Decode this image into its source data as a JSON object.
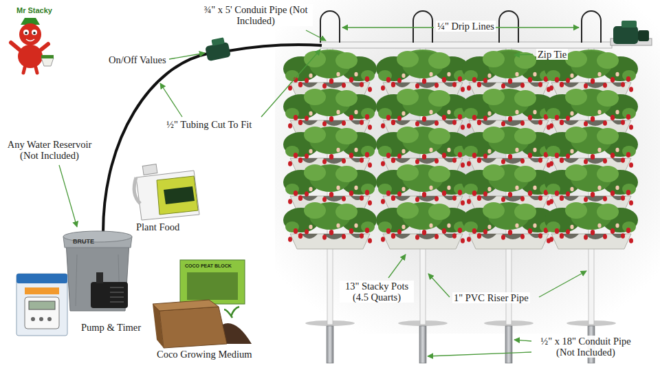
{
  "diagram": {
    "labels": [
      "Mr Stacky",
      "¾\" x 5' Conduit Pipe (Not Included)",
      "On/Off Values",
      "¼\" Drip Lines",
      "Zip Tie",
      "½\" Tubing Cut To Fit",
      "Any Water Reservoir (Not Included)",
      "Plant Food",
      "BRUTE",
      "Pump & Timer",
      "COCO PEAT BLOCK",
      "Coco Growing Medium",
      "13\" Stacky Pots (4.5 Quarts)",
      "1\" PVC Riser Pipe",
      "½\" x 18\" Conduit Pipe (Not Included)"
    ]
  }
}
